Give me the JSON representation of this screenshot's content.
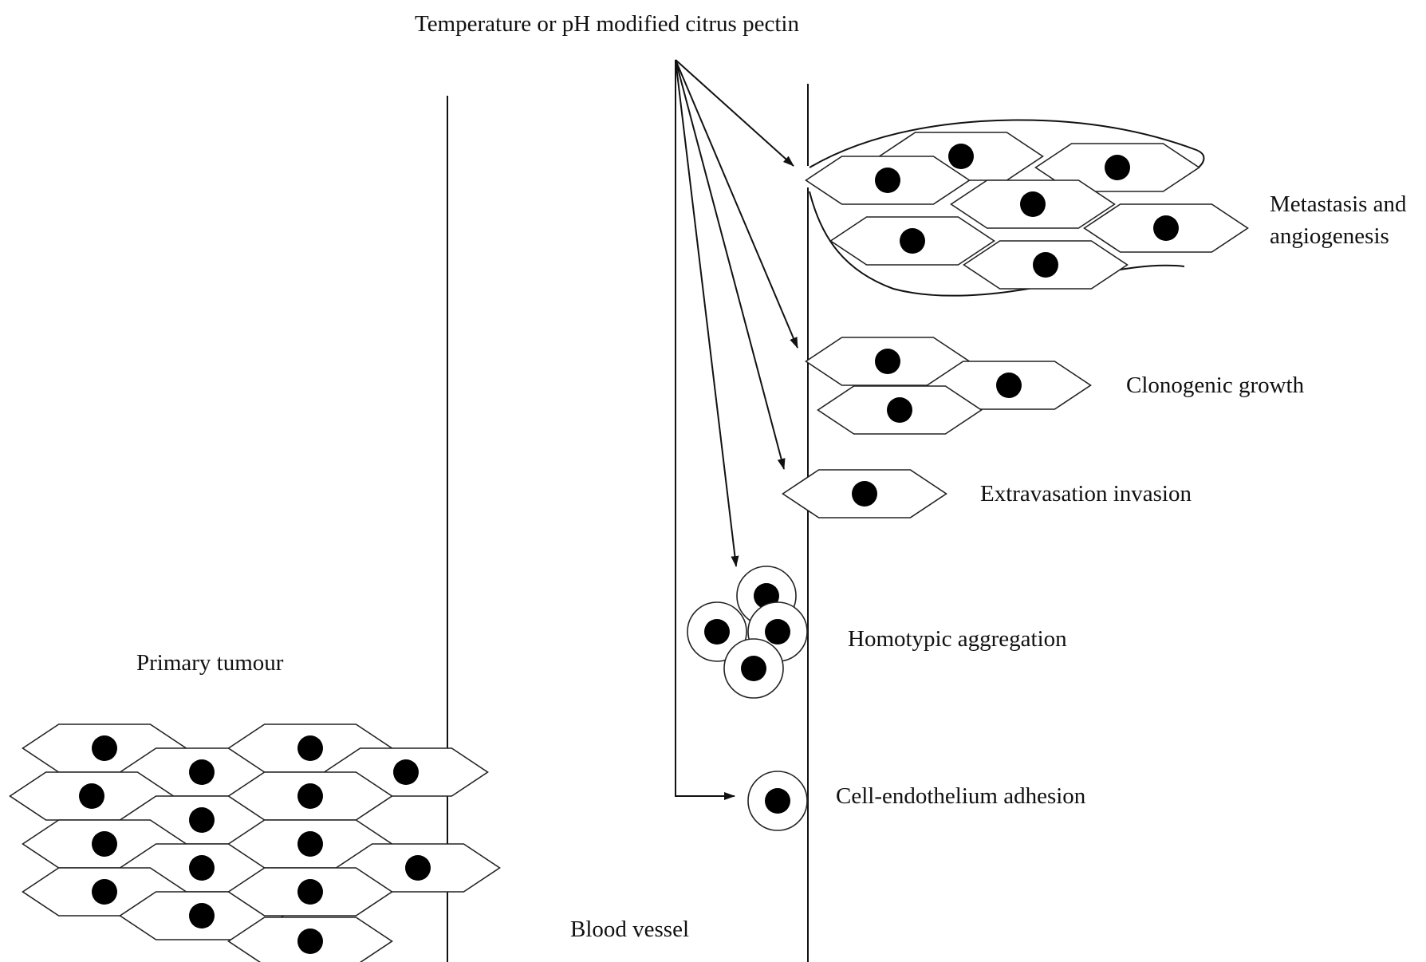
{
  "labels": {
    "top": "Temperature or pH modified citrus pectin",
    "metastasis_line1": "Metastasis and",
    "metastasis_line2": "angiogenesis",
    "clonogenic": "Clonogenic growth",
    "extravasation": "Extravasation invasion",
    "homotypic": "Homotypic aggregation",
    "adhesion": "Cell-endothelium adhesion",
    "primary": "Primary tumour",
    "blood_vessel": "Blood vessel"
  },
  "colors": {
    "line": "#111111",
    "nucleus": "#000000",
    "cell_fill": "#ffffff"
  }
}
